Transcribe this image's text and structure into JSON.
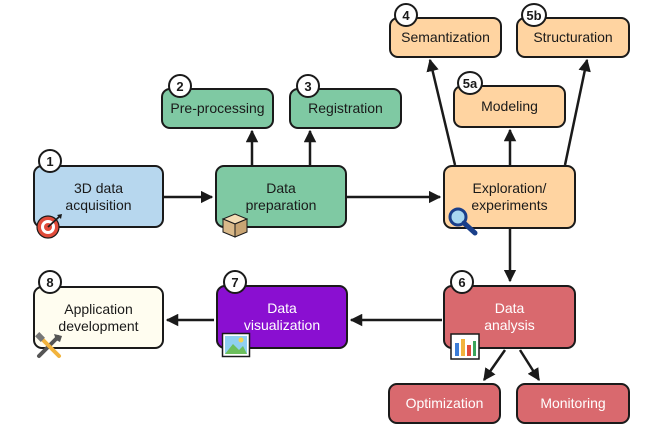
{
  "colors": {
    "blue": "#b7d7ee",
    "green": "#7fc9a3",
    "orange": "#ffd4a1",
    "red": "#d9696e",
    "purple": "#8a0fd1",
    "cream": "#fffdf0",
    "stroke": "#1a1a1a"
  },
  "nodes": {
    "acquisition": {
      "step": "1",
      "label": "3D data\nacquisition",
      "icon": "target-icon"
    },
    "preparation": {
      "step": "",
      "label": "Data\npreparation",
      "icon": "box-icon"
    },
    "preprocessing": {
      "step": "2",
      "label": "Pre-processing"
    },
    "registration": {
      "step": "3",
      "label": "Registration"
    },
    "exploration": {
      "step": "",
      "label": "Exploration/\nexperiments",
      "icon": "magnifier-icon"
    },
    "semantization": {
      "step": "4",
      "label": "Semantization"
    },
    "modeling": {
      "step": "5a",
      "label": "Modeling"
    },
    "structuration": {
      "step": "5b",
      "label": "Structuration"
    },
    "analysis": {
      "step": "6",
      "label": "Data\nanalysis",
      "icon": "bar-chart-icon"
    },
    "optimization": {
      "step": "",
      "label": "Optimization"
    },
    "monitoring": {
      "step": "",
      "label": "Monitoring"
    },
    "visualization": {
      "step": "7",
      "label": "Data\nvisualization",
      "icon": "picture-icon"
    },
    "application": {
      "step": "8",
      "label": "Application\ndevelopment",
      "icon": "tools-icon"
    }
  }
}
